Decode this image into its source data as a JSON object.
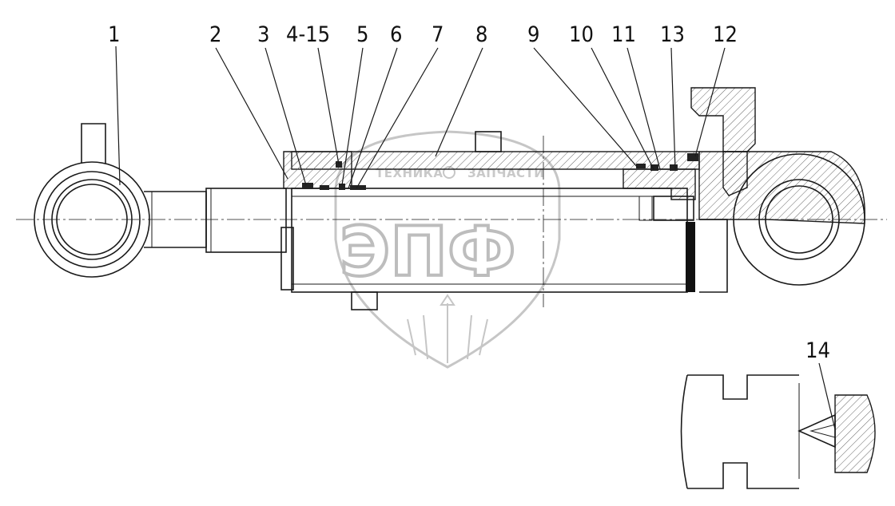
{
  "callouts": [
    {
      "id": "1",
      "label": "1"
    },
    {
      "id": "2",
      "label": "2"
    },
    {
      "id": "3",
      "label": "3"
    },
    {
      "id": "4-15",
      "label": "4-15"
    },
    {
      "id": "5",
      "label": "5"
    },
    {
      "id": "6",
      "label": "6"
    },
    {
      "id": "7",
      "label": "7"
    },
    {
      "id": "8",
      "label": "8"
    },
    {
      "id": "9",
      "label": "9"
    },
    {
      "id": "10",
      "label": "10"
    },
    {
      "id": "11",
      "label": "11"
    },
    {
      "id": "13",
      "label": "13"
    },
    {
      "id": "12",
      "label": "12"
    },
    {
      "id": "14",
      "label": "14"
    }
  ],
  "watermark": {
    "left_word": "ТЕХНИКА",
    "right_word": "ЗАПЧАСТИ",
    "logo": "ЭПФ"
  }
}
